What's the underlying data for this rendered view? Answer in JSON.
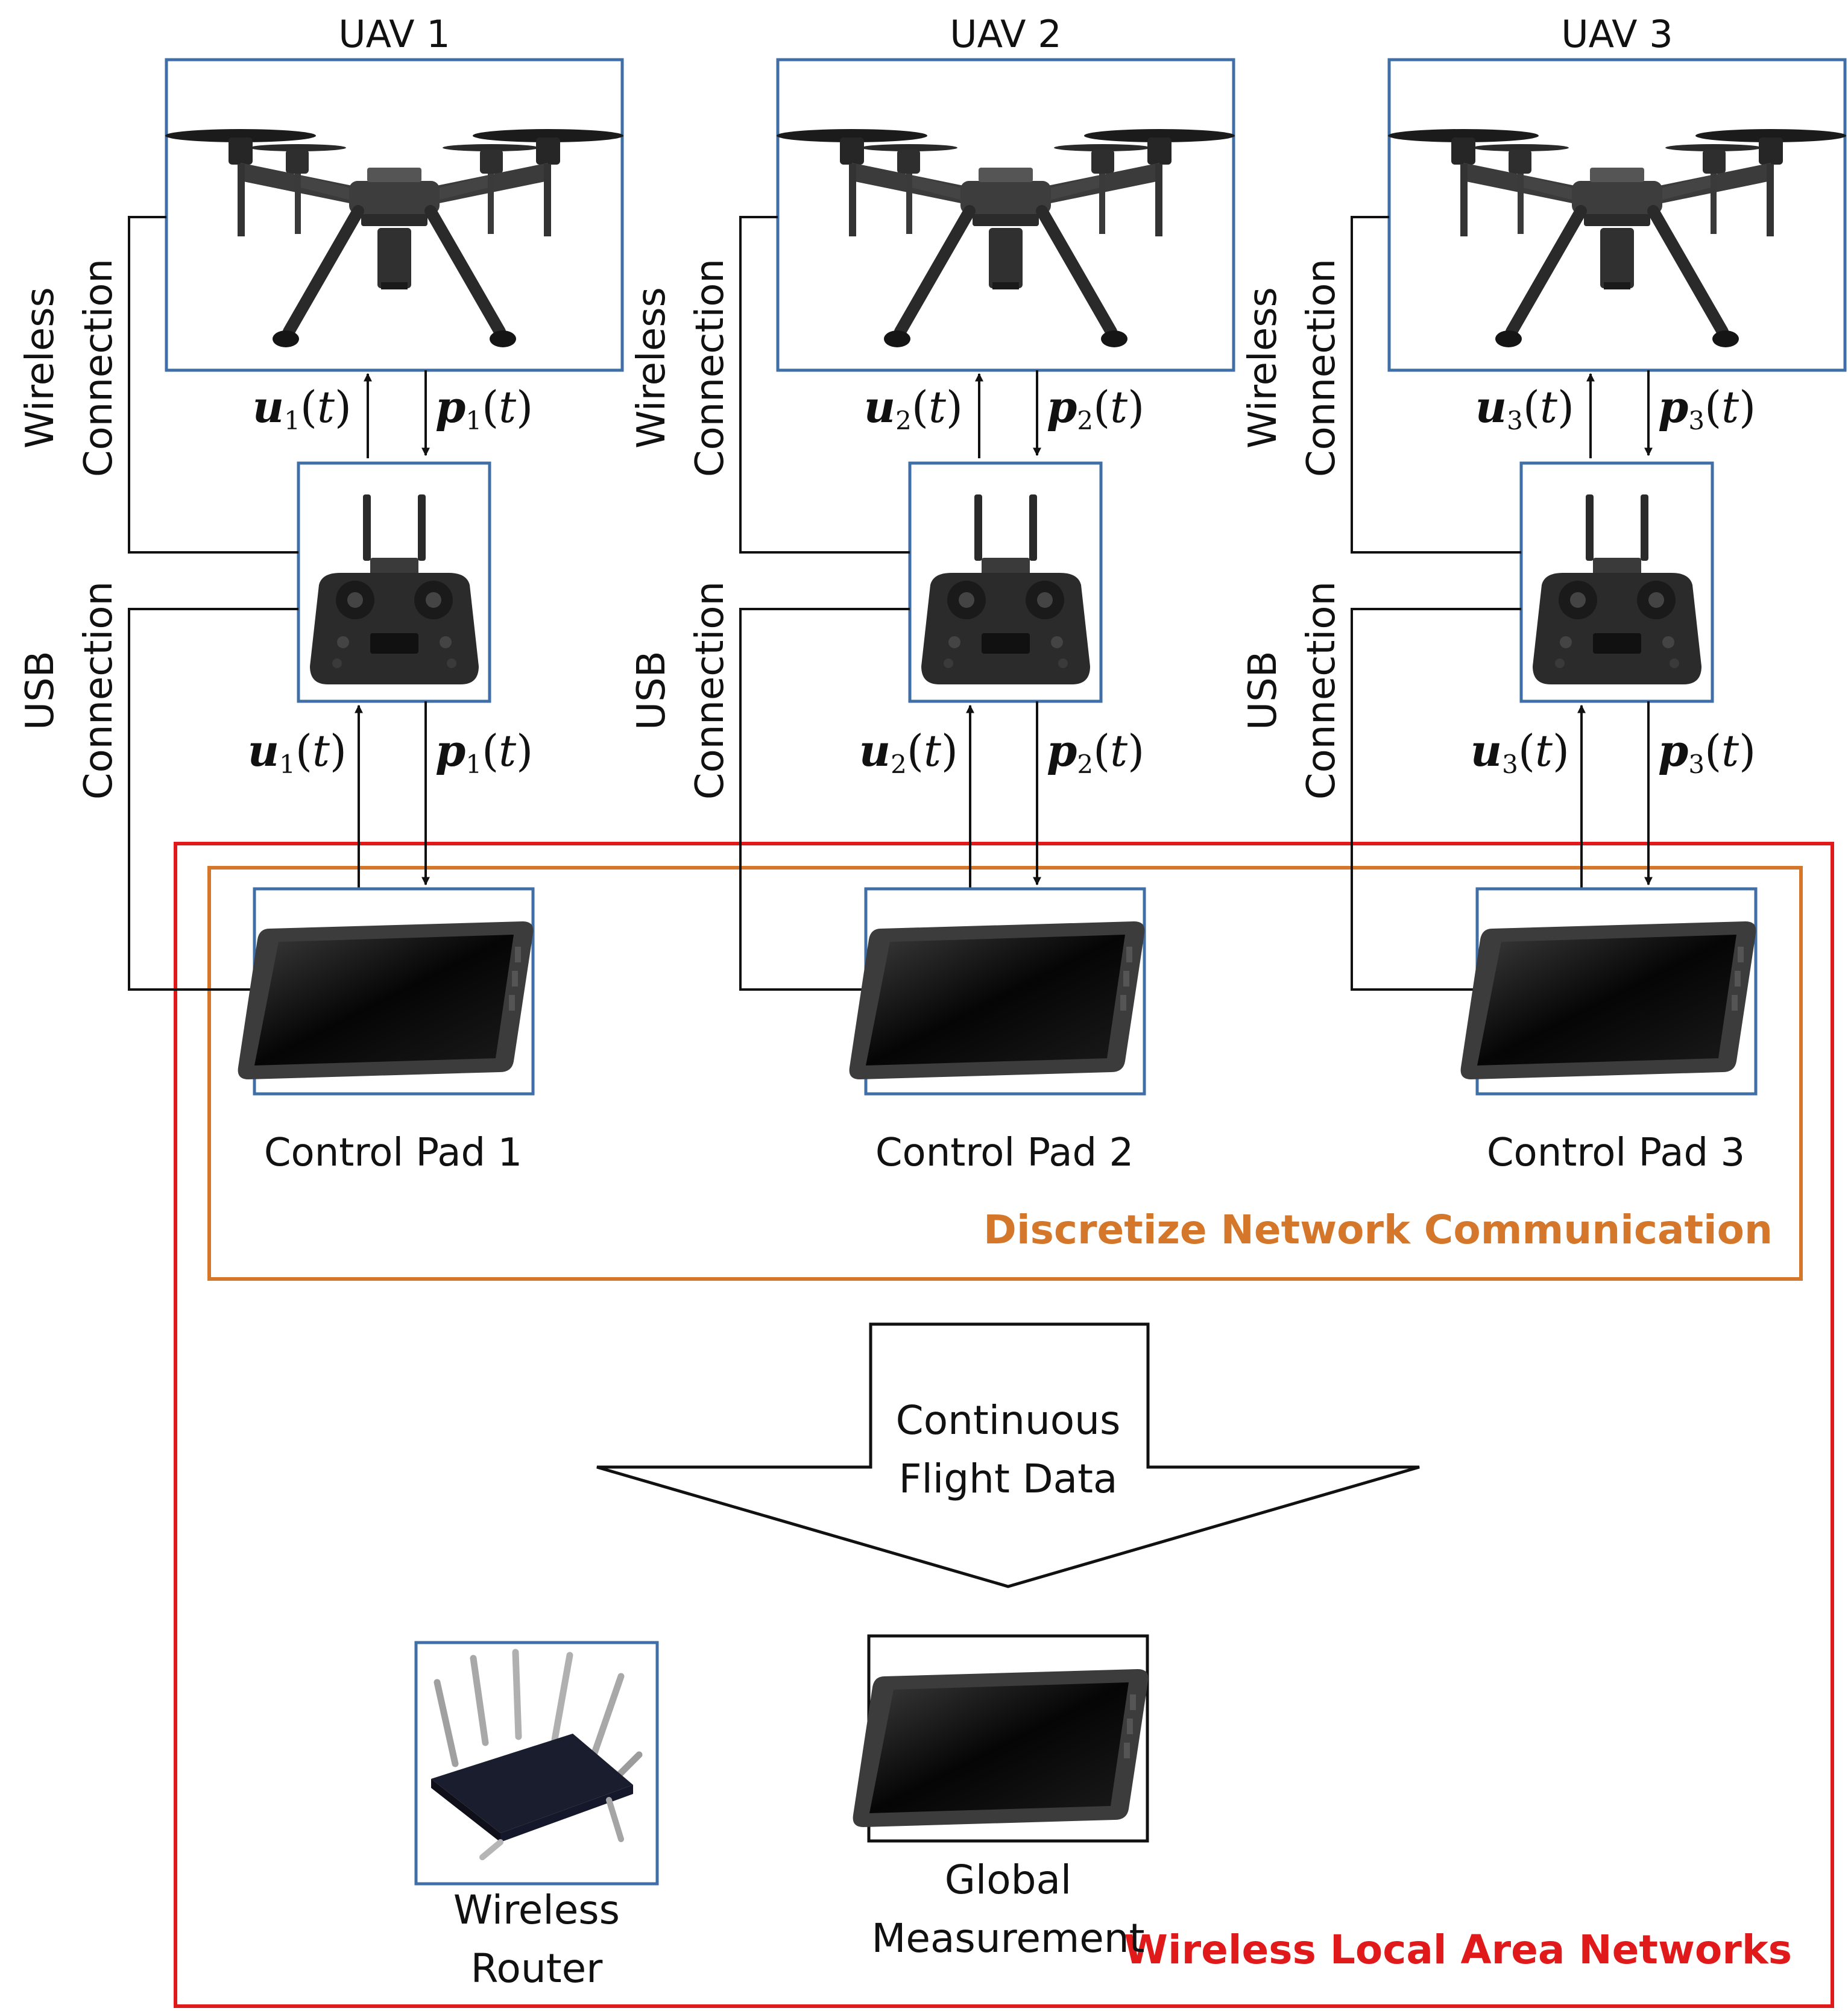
{
  "uavs": [
    {
      "uav_label": "UAV 1",
      "u_sym": "u",
      "p_sym": "p",
      "sub": "1",
      "t": "t",
      "wireless": "Wireless",
      "usb": "USB",
      "connection": "Connection",
      "pad_label": "Control Pad 1"
    },
    {
      "uav_label": "UAV 2",
      "u_sym": "u",
      "p_sym": "p",
      "sub": "2",
      "t": "t",
      "wireless": "Wireless",
      "usb": "USB",
      "connection": "Connection",
      "pad_label": "Control Pad 2"
    },
    {
      "uav_label": "UAV 3",
      "u_sym": "u",
      "p_sym": "p",
      "sub": "3",
      "t": "t",
      "wireless": "Wireless",
      "usb": "USB",
      "connection": "Connection",
      "pad_label": "Control Pad 3"
    }
  ],
  "discretize_label": "Discretize Network Communication",
  "wlan_label": "Wireless Local Area Networks",
  "arrow_text": {
    "line1": "Continuous",
    "line2": "Flight Data"
  },
  "router": {
    "line1": "Wireless",
    "line2": "Router"
  },
  "global": {
    "line1": "Global",
    "line2": "Measurement"
  },
  "colors": {
    "device_box": "#3f6fa6",
    "red_box": "#e0191b",
    "orange_box": "#d4772a",
    "line": "#111111"
  }
}
